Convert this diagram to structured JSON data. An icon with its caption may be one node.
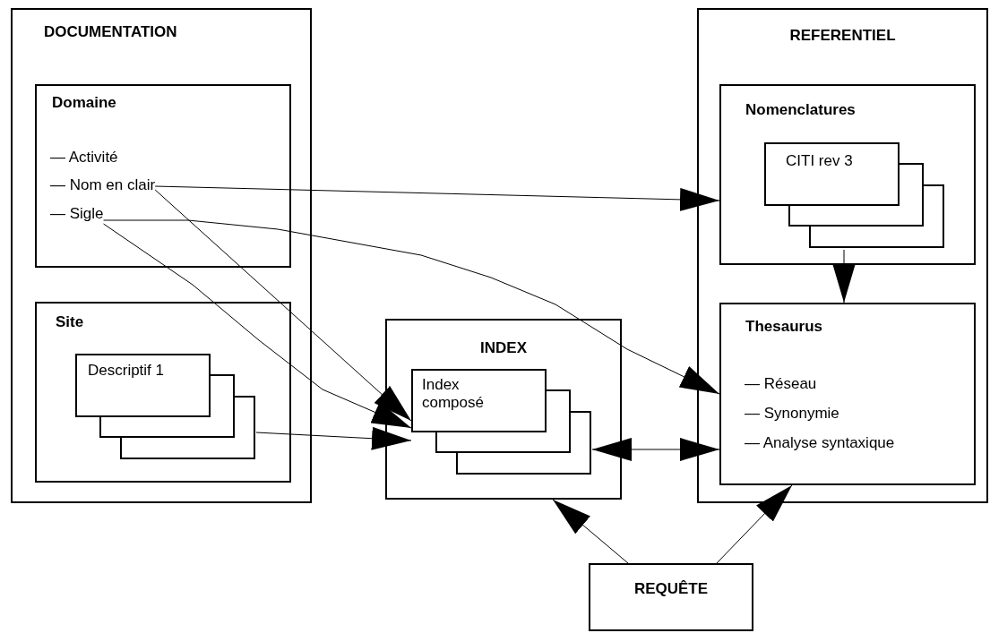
{
  "diagram": {
    "nodes": [
      {
        "text": [
          "DOCUMENTATION"
        ]
      },
      {
        "text": [
          "Domaine"
        ],
        "in": 0
      },
      {
        "text": [
          "— Activité"
        ],
        "in": 1
      },
      {
        "text": [
          "— Nom en clair"
        ],
        "in": 1
      },
      {
        "text": [
          "— Sigle"
        ],
        "in": 1
      },
      {
        "text": [
          "Site"
        ],
        "in": 0
      },
      {
        "text": [
          "Descriptif 1"
        ],
        "in": 5
      },
      {
        "text": [
          "INDEX"
        ]
      },
      {
        "text": [
          "Index composé"
        ],
        "in": 7
      },
      {
        "text": [
          "REFERENTIEL"
        ]
      },
      {
        "text": [
          "Nomenclatures"
        ],
        "in": 9
      },
      {
        "text": [
          "CITI rev 3"
        ],
        "in": 10
      },
      {
        "text": [
          "Thesaurus",
          "— Réseau",
          "— Synonymie",
          "— Analyse syntaxique"
        ],
        "in": 9
      },
      {
        "text": [
          "REQUÊTE"
        ]
      }
    ],
    "edges": [
      {
        "from": 3,
        "to": 10,
        "arrow": "to"
      },
      {
        "from": 3,
        "to": 8,
        "arrow": "to"
      },
      {
        "from": 4,
        "to": 12,
        "arrow": "to"
      },
      {
        "from": 4,
        "to": 8,
        "arrow": "to"
      },
      {
        "from": 6,
        "to": 8,
        "arrow": "to"
      },
      {
        "from": 8,
        "to": 12,
        "arrow": "both"
      },
      {
        "from": 11,
        "to": 12,
        "arrow": "to"
      },
      {
        "from": 13,
        "to": 7,
        "arrow": "to"
      },
      {
        "from": 13,
        "to": 12,
        "arrow": "to"
      }
    ]
  }
}
